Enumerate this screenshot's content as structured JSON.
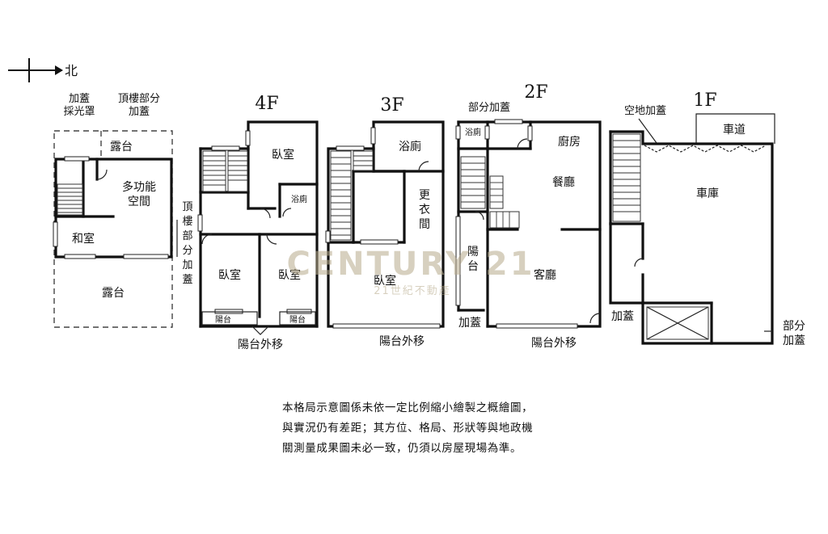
{
  "compass": {
    "label": "北"
  },
  "roof": {
    "label_skylight": [
      "加蓋",
      "採光罩"
    ],
    "label_roof_partial": [
      "頂樓部分",
      "加蓋"
    ],
    "terrace_top": "露台",
    "multi_space": [
      "多功能",
      "空間"
    ],
    "japanese_room": "和室",
    "terrace_bottom": "露台",
    "side_label": [
      "頂",
      "樓",
      "部",
      "分",
      "加",
      "蓋"
    ]
  },
  "floor4": {
    "title": "4F",
    "bedroom_top": "臥室",
    "bath": "浴廁",
    "bedroom_left": "臥室",
    "bedroom_right": "臥室",
    "balcony_left": "陽台",
    "balcony_right": "陽台",
    "note": "陽台外移"
  },
  "floor3": {
    "title": "3F",
    "bath": "浴廁",
    "closet": [
      "更",
      "衣",
      "間"
    ],
    "bedroom": "臥室",
    "note": "陽台外移"
  },
  "floor2": {
    "title": "2F",
    "label_partial": "部分加蓋",
    "bath": "浴廁",
    "kitchen": "廚房",
    "dining": "餐廳",
    "balcony": [
      "陽",
      "台"
    ],
    "living": "客廳",
    "note_left": "加蓋",
    "note": "陽台外移"
  },
  "floor1": {
    "title": "1F",
    "label_open_space": "空地加蓋",
    "driveway": "車道",
    "garage": "車庫",
    "note_left": "加蓋",
    "note_right": [
      "部分",
      "加蓋"
    ]
  },
  "watermark": {
    "brand": "CENTURY 21",
    "sub": "21世紀不動產"
  },
  "disclaimer": [
    "本格局示意圖係未依一定比例縮小繪製之概繪圖，",
    "與實況仍有差距；其方位、格局、形狀等與地政機",
    "關測量成果圖未必一致，仍須以房屋現場為準。"
  ]
}
